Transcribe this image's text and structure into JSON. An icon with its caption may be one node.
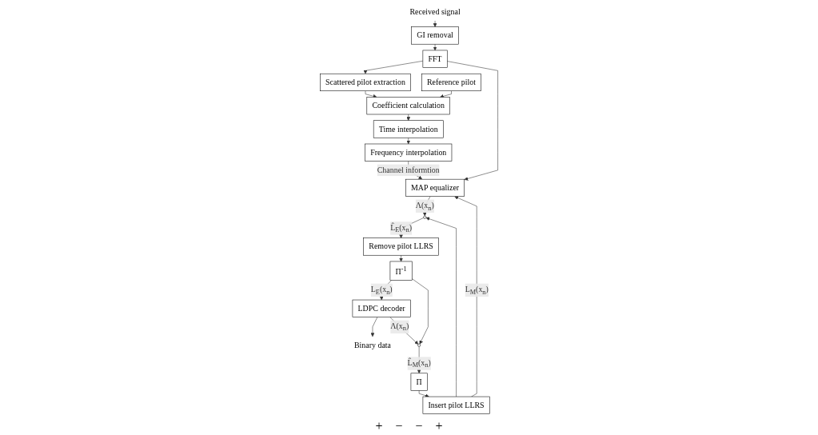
{
  "diagram": {
    "nodes": [
      {
        "text": [
          "Received signal"
        ]
      },
      {
        "text": [
          "GI removal"
        ]
      },
      {
        "text": [
          "FFT"
        ]
      },
      {
        "text": [
          "Scattered pilot extraction"
        ]
      },
      {
        "text": [
          "Coefficient calculation"
        ]
      },
      {
        "text": [
          "Time interpolation"
        ]
      },
      {
        "text": [
          "Frequency interpolation"
        ]
      },
      {
        "text": [
          "Reference pilot"
        ]
      },
      {
        "text": [
          "MAP equalizer"
        ]
      },
      {
        "text": [],
        "shape": "circle"
      },
      {
        "text": [
          "Remove pilot LLRS"
        ]
      },
      {
        "text": [
          "Π$^{-1}$"
        ]
      },
      {
        "text": [
          "LDPC decoder"
        ]
      },
      {
        "text": [
          "Binary data"
        ]
      },
      {
        "text": [],
        "shape": "circle"
      },
      {
        "text": [
          "Π"
        ]
      },
      {
        "text": [
          "Insert pilot LLRS"
        ]
      }
    ],
    "edges": [
      {
        "from": 0,
        "to": 1,
        "arrow": "to"
      },
      {
        "from": 1,
        "to": 2,
        "arrow": "to"
      },
      {
        "from": 2,
        "to": 3,
        "arrow": "to"
      },
      {
        "from": 3,
        "to": 4,
        "arrow": "to"
      },
      {
        "from": 4,
        "to": 5,
        "arrow": "to"
      },
      {
        "from": 5,
        "to": 6,
        "arrow": "to"
      },
      {
        "from": 7,
        "to": 4,
        "arrow": "to"
      },
      {
        "from": 2,
        "to": 8,
        "arrow": "to"
      },
      {
        "from": 6,
        "to": 8,
        "arrow": "to",
        "label": "Channel informtion"
      },
      {
        "from": 8,
        "to": 9,
        "arrow": "to",
        "label": "Λ(x$_{n}$)"
      },
      {
        "from": 9,
        "to": 10,
        "arrow": "to",
        "label": "L̂$_{E}$(x$_{n}$)"
      },
      {
        "from": 10,
        "to": 11,
        "arrow": "to"
      },
      {
        "from": 11,
        "to": 12,
        "arrow": "to",
        "label": "L$_{E}$(x$_{n}$)"
      },
      {
        "from": 11,
        "to": 14,
        "arrow": "to"
      },
      {
        "from": 12,
        "to": 13,
        "arrow": "to"
      },
      {
        "from": 12,
        "to": 14,
        "arrow": "to",
        "label": "Λ(x$_{n}$)"
      },
      {
        "from": 14,
        "to": 15,
        "arrow": "to",
        "label": "L̂$_{M}$(x$_{n}$)"
      },
      {
        "from": 15,
        "to": 16,
        "arrow": "to"
      },
      {
        "from": 16,
        "to": 9,
        "arrow": "to"
      },
      {
        "from": 16,
        "to": 8,
        "arrow": "to",
        "label": "L$_{M}$(x$_{n}$)"
      }
    ],
    "labels": [
      "+",
      "−",
      "−",
      "+"
    ]
  }
}
